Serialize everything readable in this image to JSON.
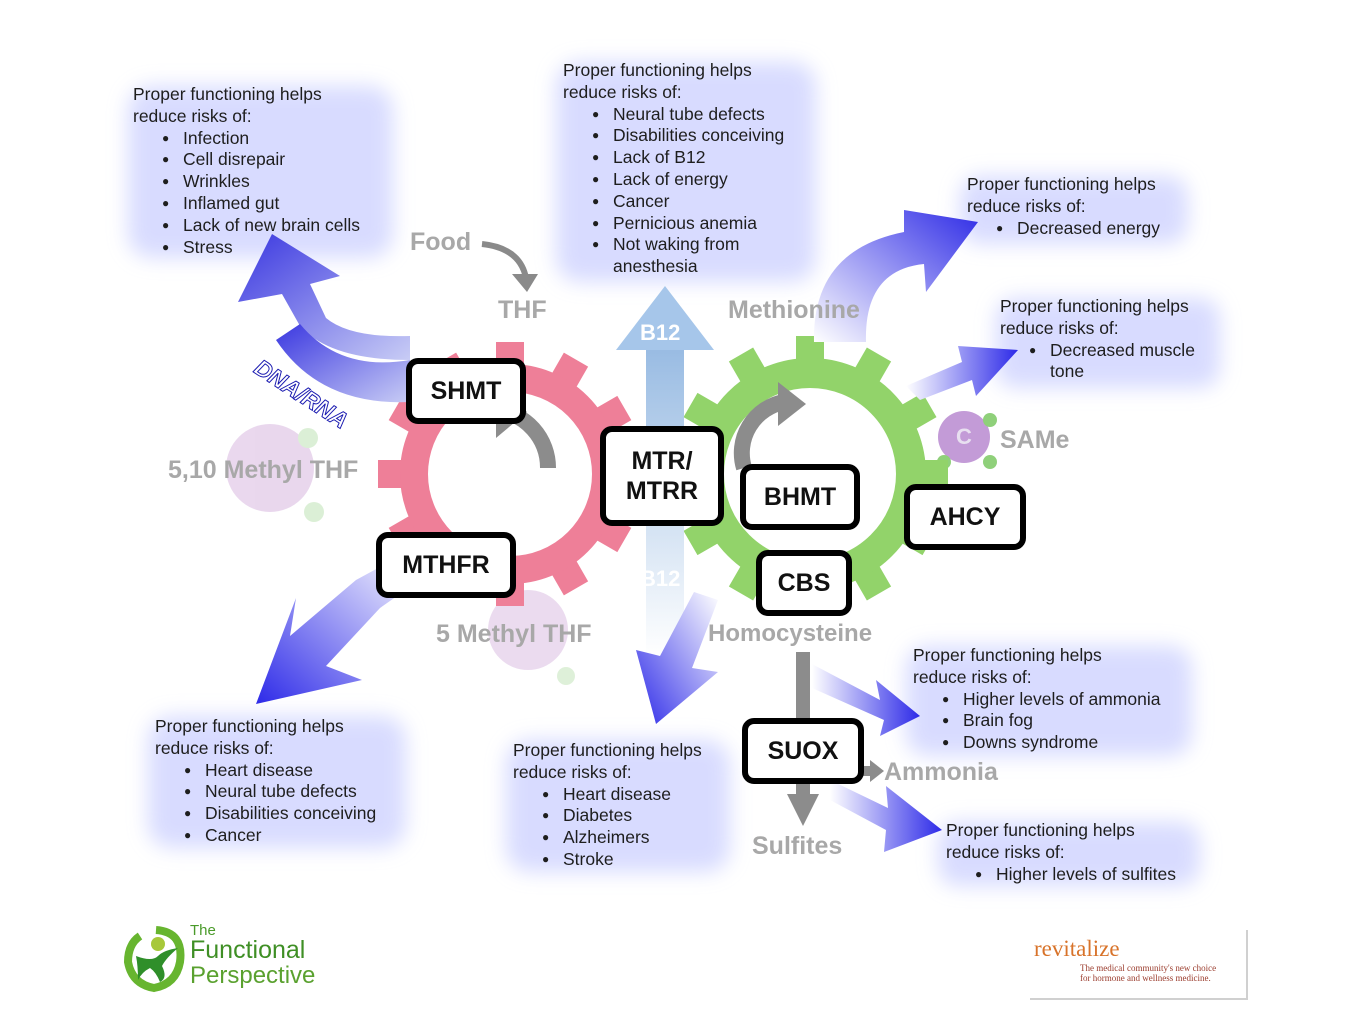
{
  "heading": "Proper functioning helps reduce risks of:",
  "notes": {
    "shmt": {
      "h1": "Proper functioning helps",
      "h2": "reduce risks of:",
      "items": [
        "Infection",
        "Cell disrepair",
        "Wrinkles",
        "Inflamed gut",
        "Lack of new brain cells",
        "Stress"
      ]
    },
    "mtr": {
      "h1": "Proper functioning helps",
      "h2": "reduce risks of:",
      "items": [
        "Neural tube defects",
        "Disabilities conceiving",
        "Lack of B12",
        "Lack of energy",
        "Cancer",
        "Pernicious anemia",
        "Not waking from",
        "anesthesia"
      ]
    },
    "energy": {
      "h1": "Proper functioning helps",
      "h2": "reduce risks of:",
      "items": [
        "Decreased energy"
      ]
    },
    "muscle": {
      "h1": "Proper functioning helps",
      "h2": "reduce risks of:",
      "items": [
        "Decreased muscle",
        "tone"
      ]
    },
    "mthfr": {
      "h1": "Proper functioning helps",
      "h2": "reduce risks of:",
      "items": [
        "Heart disease",
        "Neural tube defects",
        "Disabilities conceiving",
        "Cancer"
      ]
    },
    "homocysteine": {
      "h1": "Proper functioning helps",
      "h2": "reduce risks of:",
      "items": [
        "Heart disease",
        "Diabetes",
        "Alzheimers",
        "Stroke"
      ]
    },
    "ammonia": {
      "h1": "Proper functioning helps",
      "h2": "reduce risks of:",
      "items": [
        "Higher levels of ammonia",
        "Brain fog",
        "Downs syndrome"
      ]
    },
    "sulfites": {
      "h1": "Proper functioning helps",
      "h2": "reduce risks of:",
      "items": [
        "Higher levels of sulfites"
      ]
    }
  },
  "enzymes": {
    "shmt": "SHMT",
    "mtr1": "MTR/",
    "mtr2": "MTRR",
    "bhmt": "BHMT",
    "ahcy": "AHCY",
    "mthfr": "MTHFR",
    "cbs": "CBS",
    "suox": "SUOX"
  },
  "labels": {
    "food": "Food",
    "thf": "THF",
    "b12_top": "B12",
    "b12_bottom": "B12",
    "methionine": "Methionine",
    "same": "SAMe",
    "same_atom": "C",
    "methyl510": "5,10 Methyl THF",
    "methyl5": "5 Methyl THF",
    "homocysteine": "Homocysteine",
    "ammonia": "Ammonia",
    "sulfites": "Sulfites",
    "dna": "DNA/RNA"
  },
  "logos": {
    "tfp_the": "The",
    "tfp_functional": "Functional",
    "tfp_perspective": "Perspective",
    "rev_name": "revitalize",
    "rev_tag1": "The medical community's new choice",
    "rev_tag2": "for hormone and wellness medicine."
  },
  "colors": {
    "pink_gear": "#ee7f98",
    "green_gear": "#92d36a",
    "arrow_blue": "#3a3ae8",
    "label_gray": "#a8a8a8"
  }
}
